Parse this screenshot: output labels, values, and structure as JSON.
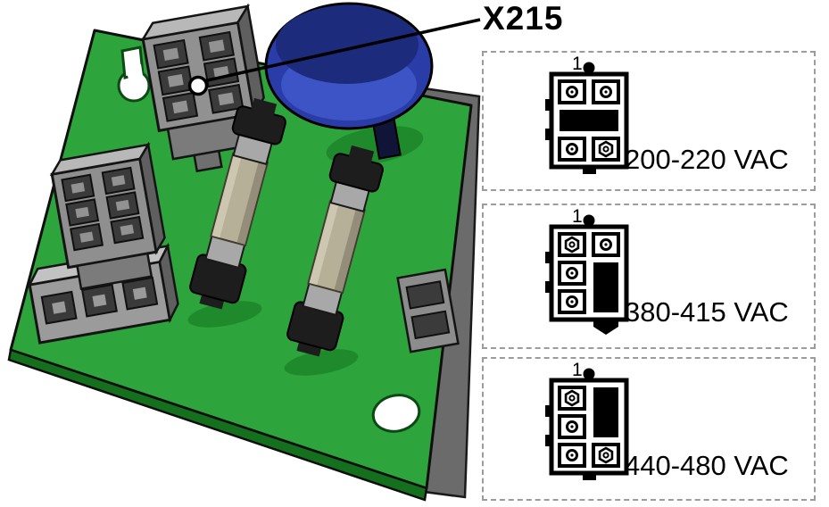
{
  "callout": {
    "label": "X215"
  },
  "voltage_options": [
    {
      "pin1_label": "1",
      "label": "200-220 VAC",
      "pins": [
        [
          "circle",
          "circle"
        ],
        [
          "filled",
          "filled"
        ],
        [
          "circle",
          "hex"
        ]
      ],
      "bridge": "h2",
      "bottom": "tab"
    },
    {
      "pin1_label": "1",
      "label": "380-415 VAC",
      "pins": [
        [
          "hex",
          "circle"
        ],
        [
          "circle",
          "filled"
        ],
        [
          "circle",
          "filled"
        ]
      ],
      "bridge": "v23",
      "bottom": "plug"
    },
    {
      "pin1_label": "1",
      "label": "440-480 VAC",
      "pins": [
        [
          "hex",
          "filled"
        ],
        [
          "circle",
          "filled"
        ],
        [
          "circle",
          "hex"
        ]
      ],
      "bridge": "v12",
      "bottom": "tab"
    }
  ],
  "colors": {
    "board_green": "#2EA43C",
    "board_edge": "#15701D",
    "board_shadow": "#1F8A2C",
    "knob_blue": "#2A3CA8",
    "knob_blue_dark": "#1C2B7C",
    "knob_blue_light": "#3D54C6",
    "fuse_body": "#B7B099",
    "connector_gray": "#919191",
    "panel_gray": "#6B6B6B",
    "outline": "#000000",
    "dashed_border": "#9C9C9C"
  }
}
